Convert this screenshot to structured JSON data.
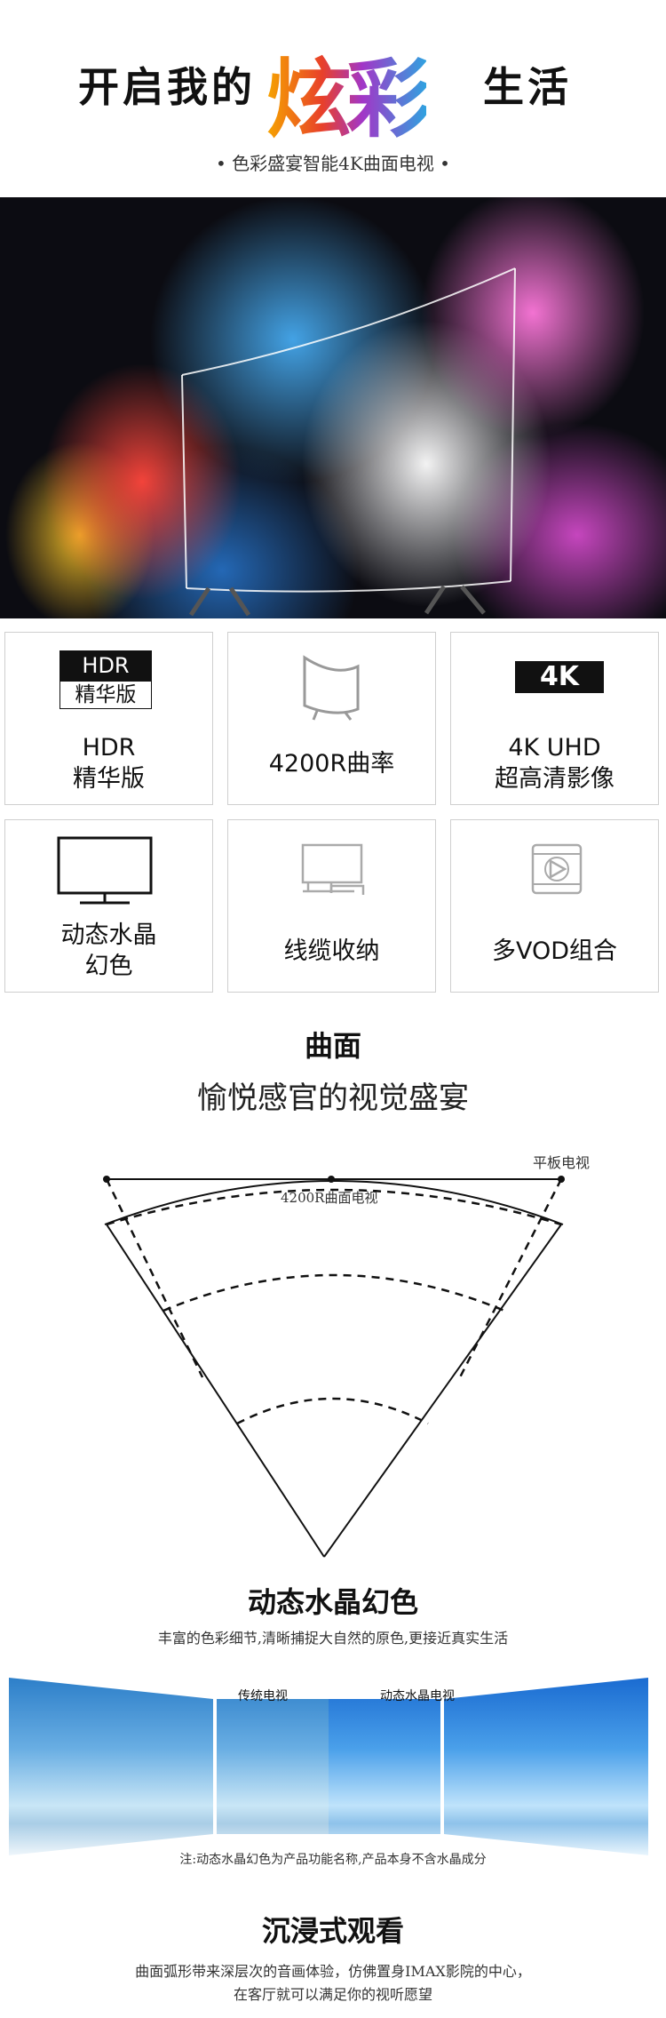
{
  "header": {
    "title_left": "开启我的",
    "title_accent": "炫彩",
    "title_right": "生活",
    "subtitle": "• 色彩盛宴智能4K曲面电视 •"
  },
  "features": [
    {
      "icon": "hdr-badge-icon",
      "badge_top": "HDR",
      "badge_bottom": "精华版",
      "line1": "HDR",
      "line2": "精华版"
    },
    {
      "icon": "curved-screen-icon",
      "line1": "4200R曲率",
      "line2": ""
    },
    {
      "icon": "4k-badge-icon",
      "badge": "4K",
      "line1": "4K UHD",
      "line2": "超高清影像"
    },
    {
      "icon": "monitor-icon",
      "line1": "动态水晶",
      "line2": "幻色"
    },
    {
      "icon": "cable-management-icon",
      "line1": "线缆收纳",
      "line2": ""
    },
    {
      "icon": "video-player-icon",
      "line1": "多VOD组合",
      "line2": ""
    }
  ],
  "curve_section": {
    "heading": "曲面",
    "subheading": "愉悦感官的视觉盛宴",
    "flat_label": "平板电视",
    "curved_label": "4200R曲面电视"
  },
  "color_section": {
    "heading": "动态水晶幻色",
    "description": "丰富的色彩细节,清晰捕捉大自然的原色,更接近真实生活",
    "label_traditional": "传统电视",
    "label_crystal": "动态水晶电视",
    "note": "注:动态水晶幻色为产品功能名称,产品本身不含水晶成分"
  },
  "immersive_section": {
    "heading": "沉浸式观看",
    "line1": "曲面弧形带来深层次的音画体验，仿佛置身IMAX影院的中心，",
    "line2": "在客厅就可以满足你的视听愿望"
  }
}
